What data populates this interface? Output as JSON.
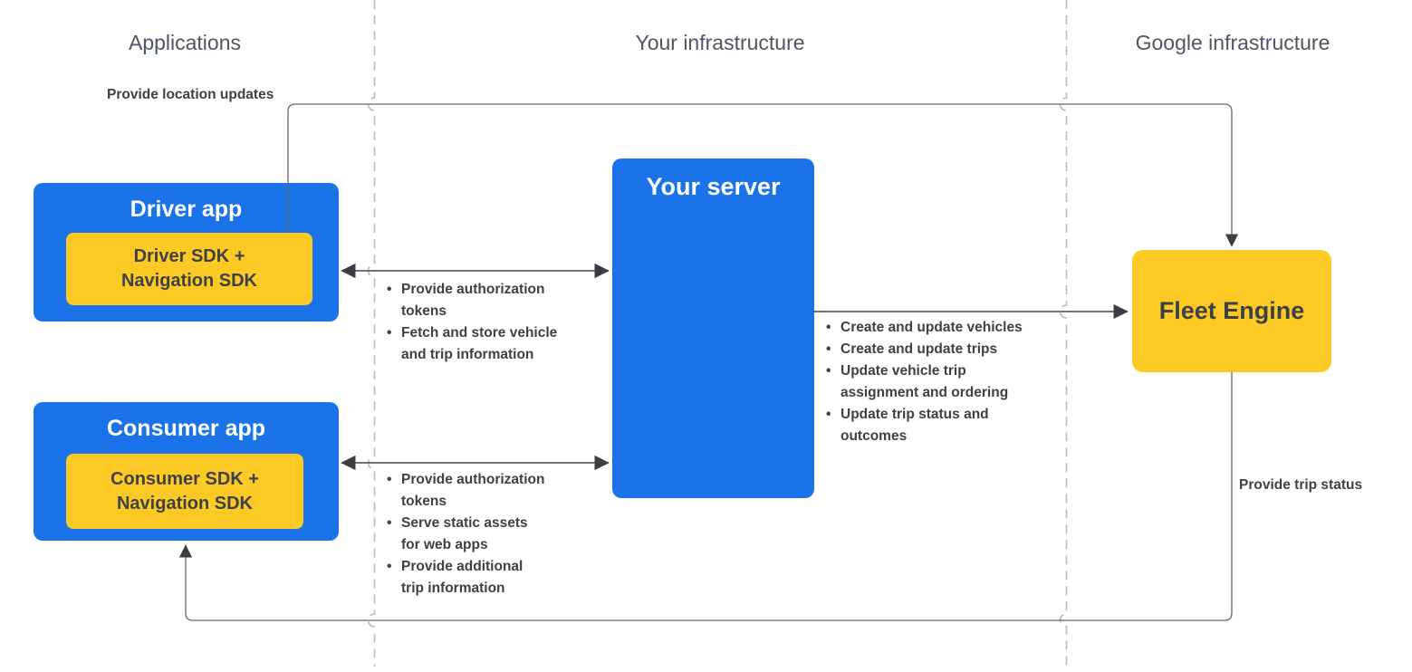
{
  "headers": {
    "applications": "Applications",
    "your_infrastructure": "Your infrastructure",
    "google_infrastructure": "Google infrastructure"
  },
  "labels": {
    "provide_location_updates": "Provide location updates",
    "provide_trip_status": "Provide trip status"
  },
  "boxes": {
    "driver_app": {
      "title": "Driver app",
      "sdk": "Driver SDK +\nNavigation SDK"
    },
    "consumer_app": {
      "title": "Consumer app",
      "sdk": "Consumer SDK +\nNavigation SDK"
    },
    "your_server": {
      "title": "Your server"
    },
    "fleet_engine": {
      "title": "Fleet Engine"
    }
  },
  "bullets": {
    "driver_to_server": [
      "Provide authorization\ntokens",
      "Fetch and store vehicle\nand trip information"
    ],
    "consumer_to_server": [
      "Provide authorization\ntokens",
      "Serve static assets\nfor web apps",
      "Provide additional\ntrip information"
    ],
    "server_to_fleet": [
      "Create and update vehicles",
      "Create and update trips",
      "Update vehicle trip\nassignment and ordering",
      "Update trip status and\noutcomes"
    ]
  },
  "glyphs": {
    "bullet": "•"
  },
  "colors": {
    "blue": "#1a73e8",
    "yellow": "#fdca25",
    "ink": "#3d4145",
    "header": "#4d5662",
    "loop-line": "#63676c",
    "arrow-line": "#43474d",
    "arrow-head": "#3a3e44",
    "divider": "#b4bac0"
  }
}
